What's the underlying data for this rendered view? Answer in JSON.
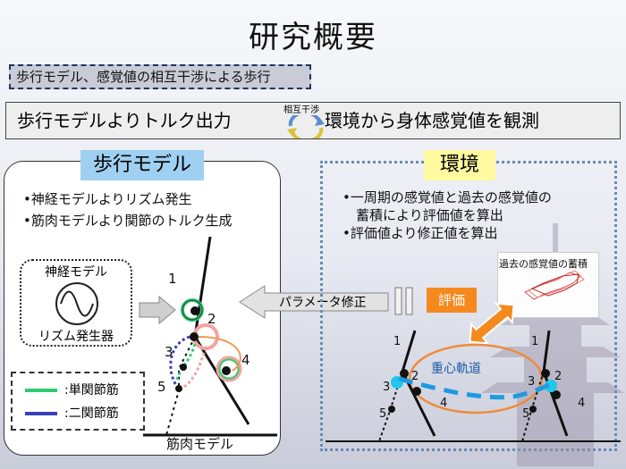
{
  "title": "研究概要",
  "subtitle": "歩行モデル、感覚値の相互干渉による歩行",
  "summary": {
    "left": "歩行モデルよりトルク出力",
    "exchange_label": "相互干渉",
    "right": "環境から身体感覚値を観測"
  },
  "model_panel": {
    "header": "歩行モデル",
    "bullets": [
      "•神経モデルよりリズム発生",
      "•筋肉モデルより関節のトルク生成"
    ],
    "neural_box": {
      "top": "神経モデル",
      "bottom": "リズム発生器"
    },
    "legend": [
      {
        "label": ":単関節筋",
        "color": "#2ecc71"
      },
      {
        "label": ":二関節筋",
        "color": "#3a3fb5"
      }
    ],
    "joint_labels": [
      "1",
      "2",
      "3",
      "4",
      "5"
    ],
    "ground_label": "筋肉モデル"
  },
  "arrow_label": "パラメータ修正",
  "env_panel": {
    "header": "環境",
    "bullets": [
      "•一周期の感覚値と過去の感覚値の",
      "　蓄積により評価値を算出",
      "•評価値より修正値を算出"
    ],
    "eval_label": "評価",
    "accum_label": "過去の感覚値の蓄積",
    "trajectory_label": "重心軌道",
    "left_figure_labels": [
      "1",
      "2",
      "3",
      "4",
      "5"
    ],
    "right_figure_labels": [
      "1",
      "2",
      "3",
      "4",
      "5"
    ]
  },
  "colors": {
    "model_header": "#9fd0f2",
    "env_header": "#fffaa0",
    "eval": "#f48a1e",
    "trajectory": "#1e9be0",
    "cycle_ring": "#f08a3a",
    "env_border": "#6a8ab4"
  },
  "icons": [
    "exchange-arrows-icon",
    "sine-wave-icon",
    "right-arrow-icon",
    "left-arrow-icon",
    "double-arrow-icon",
    "pagoda-silhouette-icon"
  ]
}
